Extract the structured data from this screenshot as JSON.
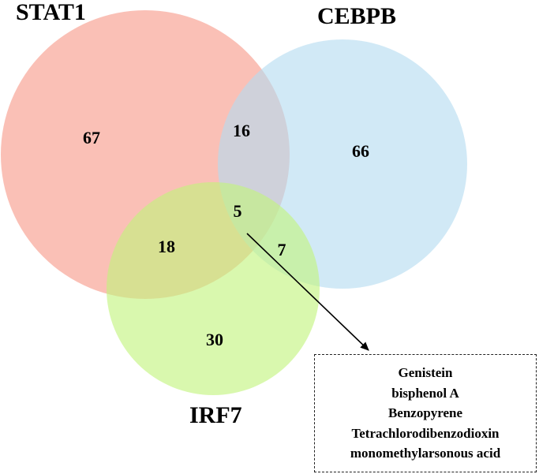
{
  "sets": [
    {
      "id": "stat1",
      "label": "STAT1",
      "color": "#f8a89a"
    },
    {
      "id": "cebpb",
      "label": "CEBPB",
      "color": "#b4dcf0"
    },
    {
      "id": "irf7",
      "label": "IRF7",
      "color": "#c2f47c"
    }
  ],
  "regions": {
    "stat1_only": "67",
    "stat1_cebpb": "16",
    "cebpb_only": "66",
    "all_three": "5",
    "stat1_irf7": "18",
    "cebpb_irf7": "7",
    "irf7_only": "30"
  },
  "callout": {
    "items": [
      "Genistein",
      "bisphenol A",
      "Benzopyrene",
      "Tetrachlorodibenzodioxin",
      "monomethylarsonous acid"
    ]
  }
}
